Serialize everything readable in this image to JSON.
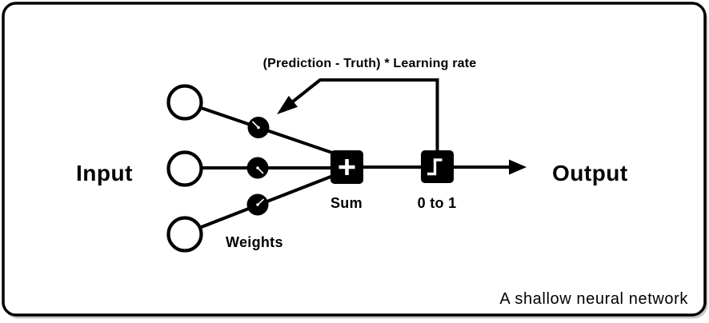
{
  "diagram": {
    "caption": "A shallow neural network",
    "labels": {
      "input": "Input",
      "output": "Output",
      "weights": "Weights",
      "sum": "Sum",
      "activation": "0 to 1",
      "feedback_annotation": "(Prediction - Truth) * Learning rate"
    },
    "icons": {
      "sum_box": "plus-icon",
      "activation_box": "step-function-icon",
      "weight": "knob-dial-icon"
    },
    "colors": {
      "ink": "#000000",
      "background": "#ffffff",
      "caption_gray": "#4d4d4d",
      "frame_shadow": "#c9c9c9"
    },
    "structure": {
      "input_node_count": 3,
      "weight_knob_count": 3
    }
  }
}
